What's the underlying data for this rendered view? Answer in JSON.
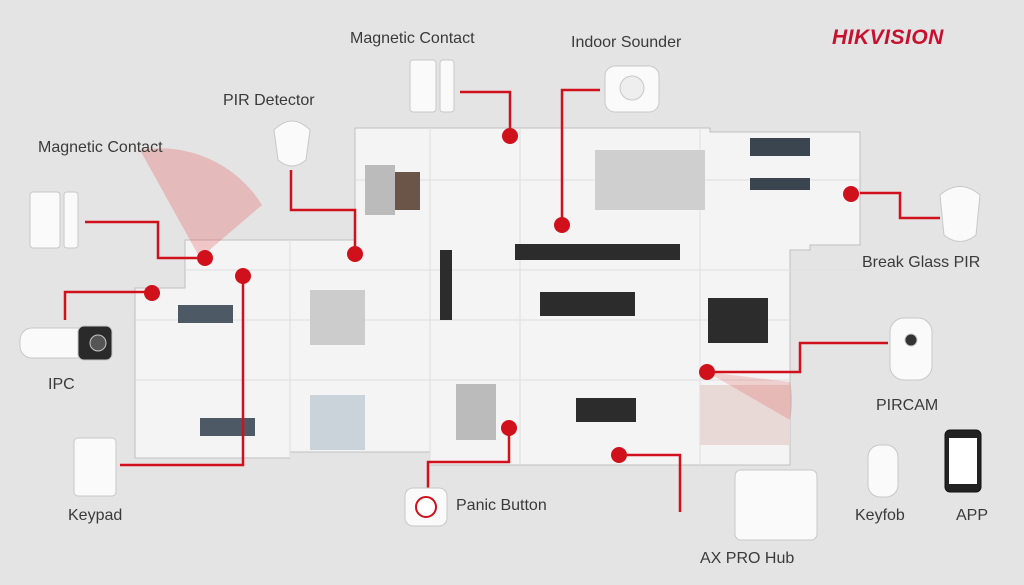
{
  "brand": {
    "logo_text": "HIKVISION",
    "color": "#c8102e"
  },
  "accent_color": "#d0101a",
  "devices": {
    "magnetic_contact_top": "Magnetic Contact",
    "indoor_sounder": "Indoor Sounder",
    "pir_detector": "PIR Detector",
    "magnetic_contact_left": "Magnetic Contact",
    "break_glass_pir": "Break Glass PIR",
    "ipc": "IPC",
    "pircam": "PIRCAM",
    "keypad": "Keypad",
    "panic_button": "Panic Button",
    "ax_pro_hub": "AX PRO Hub",
    "keyfob": "Keyfob",
    "app": "APP"
  }
}
